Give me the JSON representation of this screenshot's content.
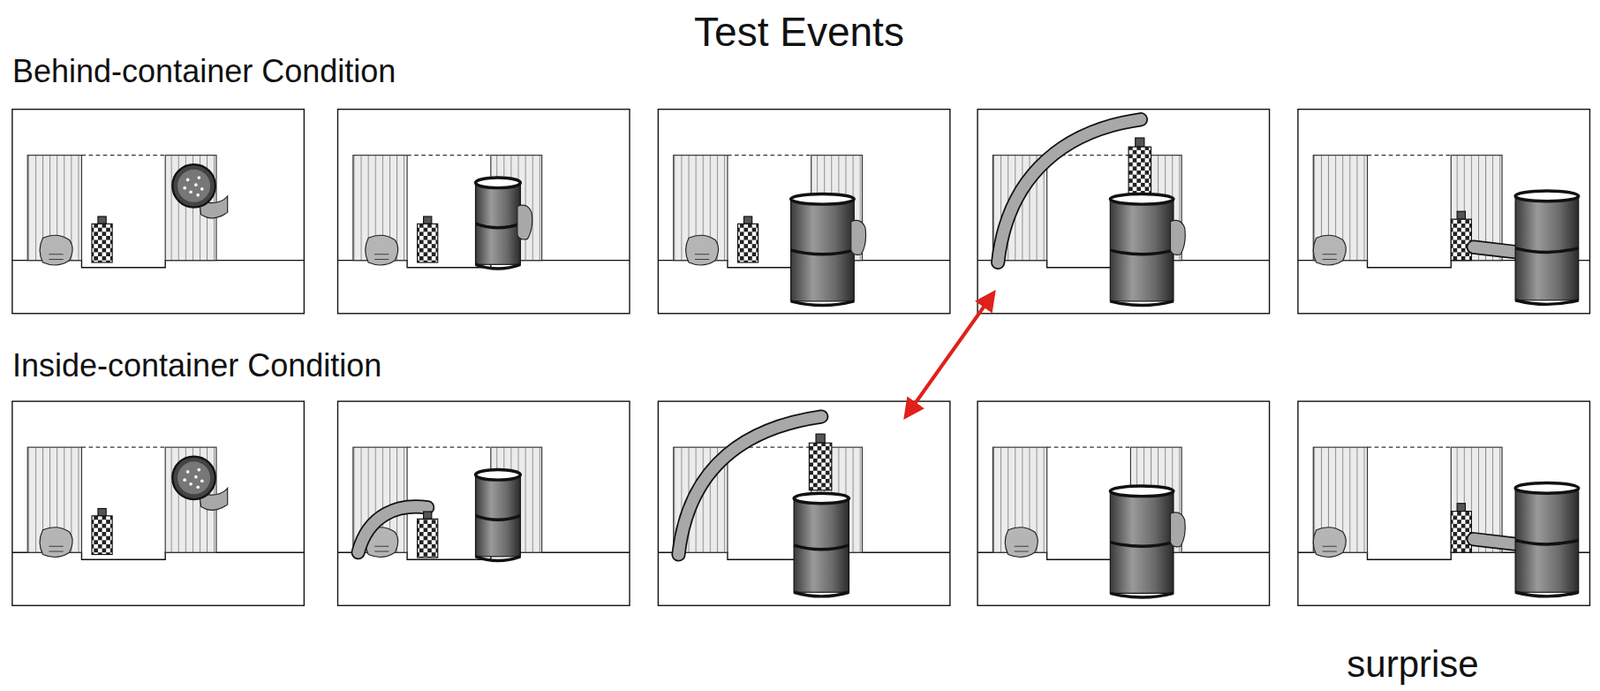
{
  "diagram": {
    "title": "Test Events",
    "labels": [
      "Behind-container Condition",
      "Inside-container Condition",
      "surprise"
    ]
  }
}
